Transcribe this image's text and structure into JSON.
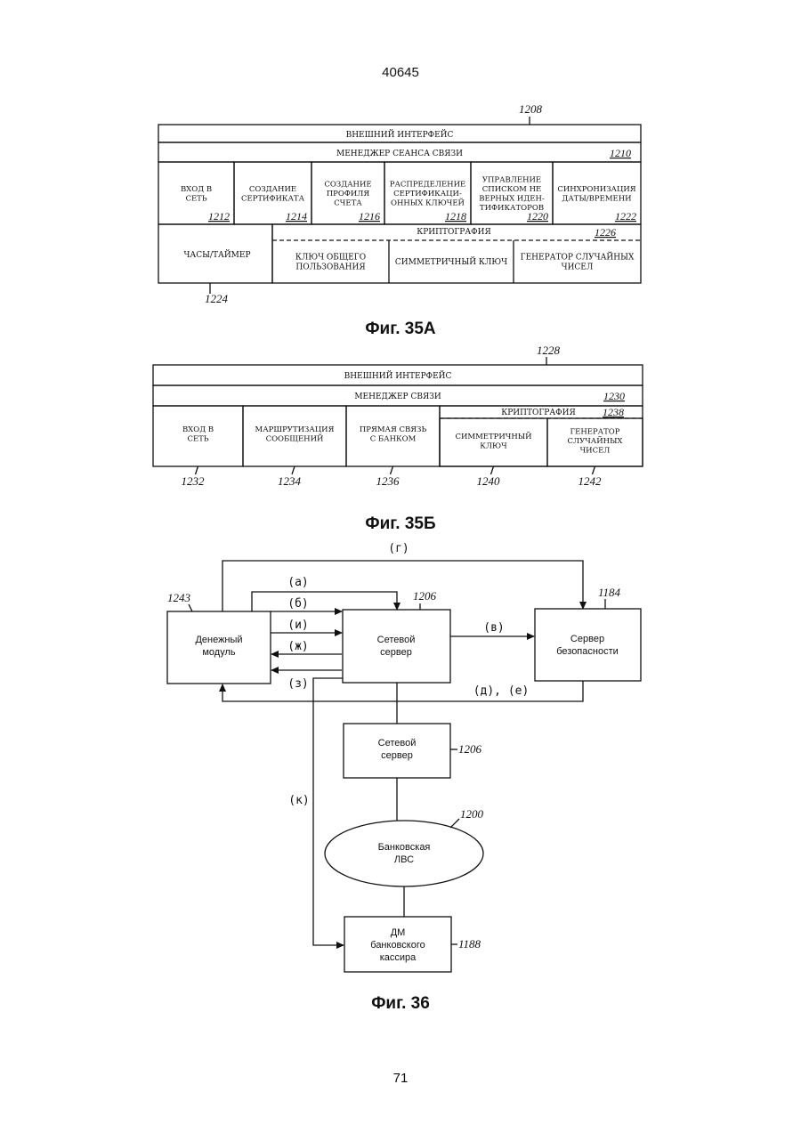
{
  "page": {
    "header_number": "40645",
    "footer_number": "71"
  },
  "fig35a": {
    "ref_main": "1208",
    "external_interface": "ВНЕШНИЙ ИНТЕРФЕЙС",
    "session_manager": "МЕНЕДЖЕР СЕАНСА СВЯЗИ",
    "session_manager_ref": "1210",
    "modules": [
      {
        "lines": [
          "ВХОД В",
          "СЕТЬ"
        ],
        "ref": "1212"
      },
      {
        "lines": [
          "СОЗДАНИЕ",
          "СЕРТИФИКАТА"
        ],
        "ref": "1214"
      },
      {
        "lines": [
          "СОЗДАНИЕ",
          "ПРОФИЛЯ",
          "СЧЕТА"
        ],
        "ref": "1216"
      },
      {
        "lines": [
          "РАСПРЕДЕЛЕНИЕ",
          "СЕРТИФИКАЦИ-",
          "ОННЫХ КЛЮЧЕЙ"
        ],
        "ref": "1218"
      },
      {
        "lines": [
          "УПРАВЛЕНИЕ",
          "СПИСКОМ НЕ",
          "ВЕРНЫХ ИДЕН-",
          "ТИФИКАТОРОВ"
        ],
        "ref": "1220"
      },
      {
        "lines": [
          "СИНХРОНИЗАЦИЯ",
          "ДАТЫ/ВРЕМЕНИ"
        ],
        "ref": "1222"
      }
    ],
    "clock": "ЧАСЫ/ТАЙМЕР",
    "clock_ref": "1224",
    "crypto": "КРИПТОГРАФИЯ",
    "crypto_ref": "1226",
    "crypto_items": [
      {
        "lines": [
          "КЛЮЧ ОБЩЕГО",
          "ПОЛЬЗОВАНИЯ"
        ]
      },
      {
        "lines": [
          "СИММЕТРИЧНЫЙ КЛЮЧ"
        ]
      },
      {
        "lines": [
          "ГЕНЕРАТОР СЛУЧАЙНЫХ",
          "ЧИСЕЛ"
        ]
      }
    ],
    "caption": "Фиг. 35А"
  },
  "fig35b": {
    "ref_main": "1228",
    "external_interface": "ВНЕШНИЙ ИНТЕРФЕЙС",
    "comm_manager": "МЕНЕДЖЕР СВЯЗИ",
    "comm_manager_ref": "1230",
    "crypto": "КРИПТОГРАФИЯ",
    "crypto_ref": "1238",
    "modules": [
      {
        "lines": [
          "ВХОД В",
          "СЕТЬ"
        ],
        "ref": "1232"
      },
      {
        "lines": [
          "МАРШРУТИЗАЦИЯ",
          "СООБЩЕНИЙ"
        ],
        "ref": "1234"
      },
      {
        "lines": [
          "ПРЯМАЯ СВЯЗЬ",
          "С БАНКОМ"
        ],
        "ref": "1236"
      },
      {
        "lines": [
          "СИММЕТРИЧНЫЙ",
          "КЛЮЧ"
        ],
        "ref": "1240"
      },
      {
        "lines": [
          "ГЕНЕРАТОР",
          "СЛУЧАЙНЫХ",
          "ЧИСЕЛ"
        ],
        "ref": "1242"
      }
    ],
    "caption": "Фиг. 35Б"
  },
  "fig36": {
    "money_module": {
      "lines": [
        "Денежный",
        "модуль"
      ],
      "ref": "1243"
    },
    "network_server": {
      "lines": [
        "Сетевой",
        "сервер"
      ],
      "ref": "1206"
    },
    "security_server": {
      "lines": [
        "Сервер",
        "безопасности"
      ],
      "ref": "1184"
    },
    "network_server_2": {
      "lines": [
        "Сетевой",
        "сервер"
      ],
      "ref": "1206"
    },
    "bank_lan": {
      "lines": [
        "Банковская",
        "ЛВС"
      ],
      "ref": "1200"
    },
    "teller_module": {
      "lines": [
        "ДМ",
        "банковского",
        "кассира"
      ],
      "ref": "1188"
    },
    "labels": {
      "g": "(г)",
      "a": "(а)",
      "b": "(б)",
      "i": "(и)",
      "zh": "(ж)",
      "z": "(з)",
      "v": "(в)",
      "de": "(д), (е)",
      "k": "(к)"
    },
    "caption": "Фиг. 36"
  }
}
